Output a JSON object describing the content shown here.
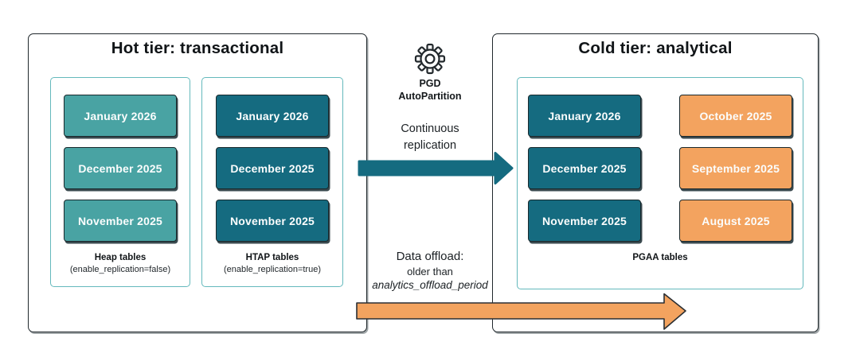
{
  "colors": {
    "teal_light": "#49A3A3",
    "teal_dark": "#156B80",
    "orange": "#F3A35F",
    "inner_border": "#64B9BC",
    "panel_border": "#20282C"
  },
  "hot_tier": {
    "title": "Hot tier: transactional",
    "heap_group": {
      "months": [
        "January 2026",
        "December 2025",
        "November 2025"
      ],
      "label": "Heap tables",
      "sublabel": "(enable_replication=false)"
    },
    "htap_group": {
      "months": [
        "January 2026",
        "December 2025",
        "November 2025"
      ],
      "label": "HTAP tables",
      "sublabel": "(enable_replication=true)"
    }
  },
  "cold_tier": {
    "title": "Cold tier: analytical",
    "pgaa_group": {
      "replicated_months": [
        "January 2026",
        "December 2025",
        "November 2025"
      ],
      "offloaded_months": [
        "October 2025",
        "September 2025",
        "August 2025"
      ],
      "label": "PGAA tables"
    }
  },
  "center": {
    "gear_label_line1": "PGD",
    "gear_label_line2": "AutoPartition",
    "replication_caption_line1": "Continuous",
    "replication_caption_line2": "replication",
    "offload_caption_line1": "Data offload:",
    "offload_caption_line2": "older than",
    "offload_caption_line3": "analytics_offload_period"
  }
}
